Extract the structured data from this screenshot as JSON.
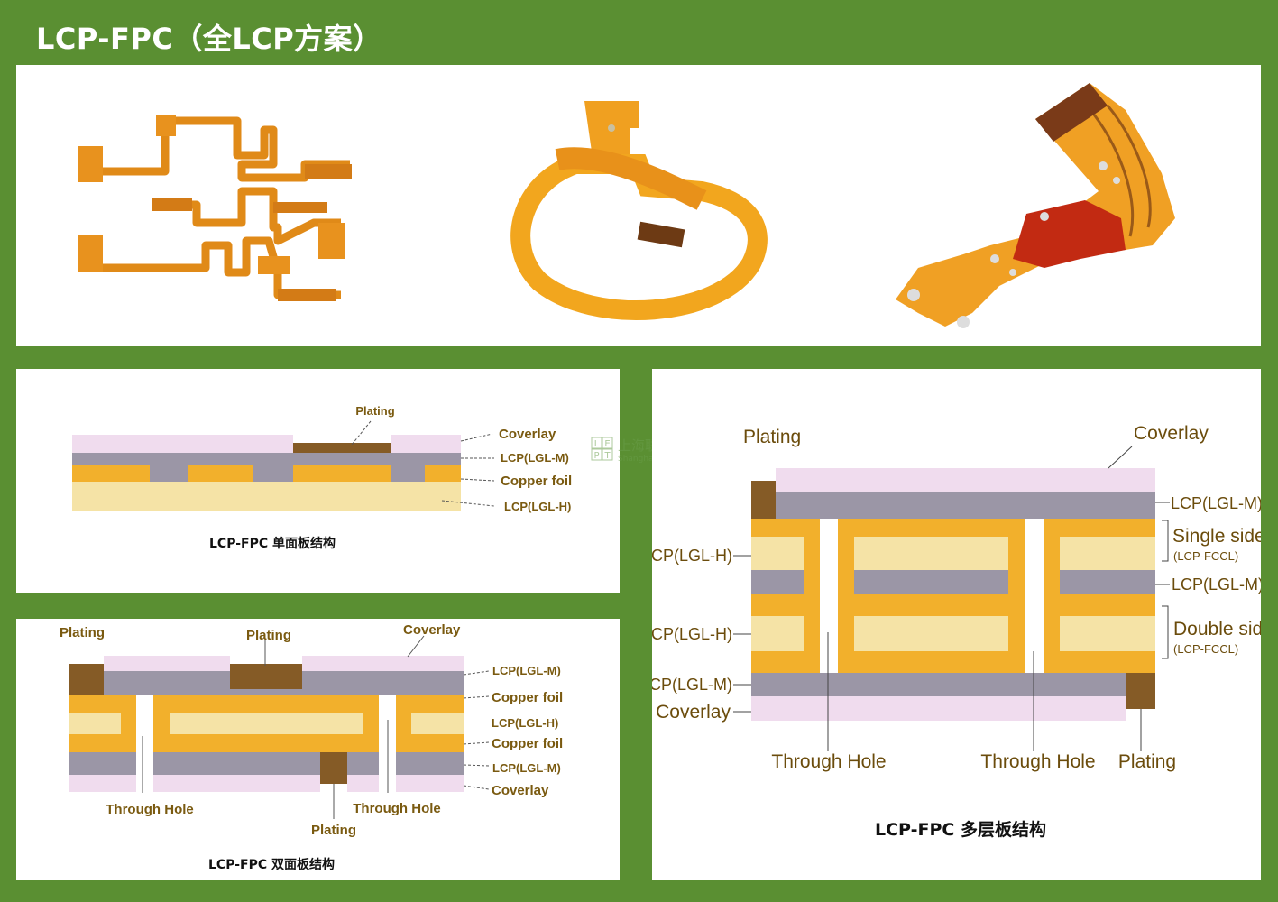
{
  "title": "LCP-FPC（全LCP方案）",
  "colors": {
    "background": "#5a8f32",
    "coverlay": "#f0dcee",
    "lcp_m": "#9b96a6",
    "copper": "#f2b02c",
    "lcp_h": "#f5e3a6",
    "plating": "#855b26"
  },
  "single": {
    "caption": "LCP-FPC 单面板结构",
    "plating": "Plating",
    "coverlay": "Coverlay",
    "lcp_m": "LCP(LGL-M)",
    "copper": "Copper foil",
    "lcp_h": "LCP(LGL-H)"
  },
  "double": {
    "caption": "LCP-FPC 双面板结构",
    "plating_left": "Plating",
    "plating_mid": "Plating",
    "plating_bottom": "Plating",
    "coverlay_top": "Coverlay",
    "lcp_m_top": "LCP(LGL-M)",
    "copper_top": "Copper foil",
    "lcp_h": "LCP(LGL-H)",
    "copper_bottom": "Copper foil",
    "lcp_m_bottom": "LCP(LGL-M)",
    "coverlay_bottom": "Coverlay",
    "through_hole_left": "Through Hole",
    "through_hole_right": "Through Hole"
  },
  "multi": {
    "caption": "LCP-FPC 多层板结构",
    "plating_top": "Plating",
    "coverlay_top": "Coverlay",
    "lcp_m_1": "LCP(LGL-M)",
    "single_side": "Single side",
    "single_side_sub": "(LCP-FCCL)",
    "lcp_m_2": "LCP(LGL-M)",
    "double_side": "Double side",
    "double_side_sub": "(LCP-FCCL)",
    "lcp_h_1": "LCP(LGL-H)",
    "lcp_h_2": "LCP(LGL-H)",
    "lcp_m_left": "LCP(LGL-M)",
    "coverlay_left": "Coverlay",
    "through_hole_1": "Through Hole",
    "through_hole_2": "Through Hole",
    "plating_bottom": "Plating"
  },
  "watermark": {
    "logo_l": "L",
    "logo_e": "E",
    "logo_p": "P",
    "logo_t": "T",
    "cn": "上海联净",
    "en": "Shanghai Legion"
  }
}
